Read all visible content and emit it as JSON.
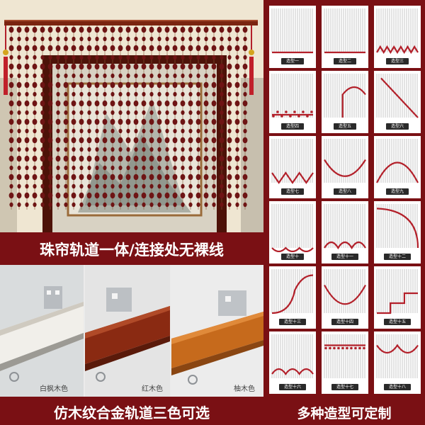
{
  "banner_left": "珠帘轨道一体/连接处无裸线",
  "banner_bottom_left": "仿木纹合金轨道三色可选",
  "banner_bottom_right": "多种造型可定制",
  "rail_colors": [
    {
      "label": "白枫木色",
      "color": "#f1efea"
    },
    {
      "label": "红木色",
      "color": "#8a2a12"
    },
    {
      "label": "柚木色",
      "color": "#c66a1c"
    }
  ],
  "styles": [
    {
      "label": "造型一",
      "shape": "flat"
    },
    {
      "label": "造型二",
      "shape": "flat"
    },
    {
      "label": "造型三",
      "shape": "zigzag-small"
    },
    {
      "label": "造型四",
      "shape": "beads-scatter"
    },
    {
      "label": "造型五",
      "shape": "step-arc"
    },
    {
      "label": "造型六",
      "shape": "diagonal"
    },
    {
      "label": "造型七",
      "shape": "zigzag-big"
    },
    {
      "label": "造型八",
      "shape": "u-curve"
    },
    {
      "label": "造型九",
      "shape": "arch"
    },
    {
      "label": "造型十",
      "shape": "scallop-up"
    },
    {
      "label": "造型十一",
      "shape": "scallop-down"
    },
    {
      "label": "造型十二",
      "shape": "quarter-arc"
    },
    {
      "label": "造型十三",
      "shape": "s-curve"
    },
    {
      "label": "造型十四",
      "shape": "wave"
    },
    {
      "label": "造型十五",
      "shape": "steps"
    },
    {
      "label": "造型十六",
      "shape": "scallop-small"
    },
    {
      "label": "造型十七",
      "shape": "valance"
    },
    {
      "label": "造型十八",
      "shape": "swag"
    }
  ],
  "colors": {
    "brand": "#7a1014",
    "bead": "#6e1414",
    "accent": "#b3202a"
  }
}
